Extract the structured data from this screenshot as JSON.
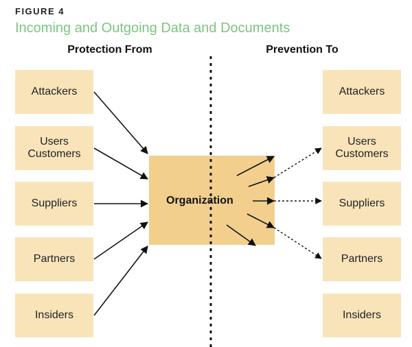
{
  "figure": {
    "label": "FIGURE 4",
    "title": "Incoming and Outgoing Data and Documents"
  },
  "headings": {
    "left": "Protection From",
    "right": "Prevention To"
  },
  "left_boxes": [
    "Attackers",
    "Users\nCustomers",
    "Suppliers",
    "Partners",
    "Insiders"
  ],
  "right_boxes": [
    "Attackers",
    "Users\nCustomers",
    "Suppliers",
    "Partners",
    "Insiders"
  ],
  "center": {
    "label": "Organization"
  },
  "colors": {
    "box_fill": "#f9e4ba",
    "center_fill": "#f2cf8d",
    "title": "#7cc47f",
    "arrow": "#111111"
  }
}
